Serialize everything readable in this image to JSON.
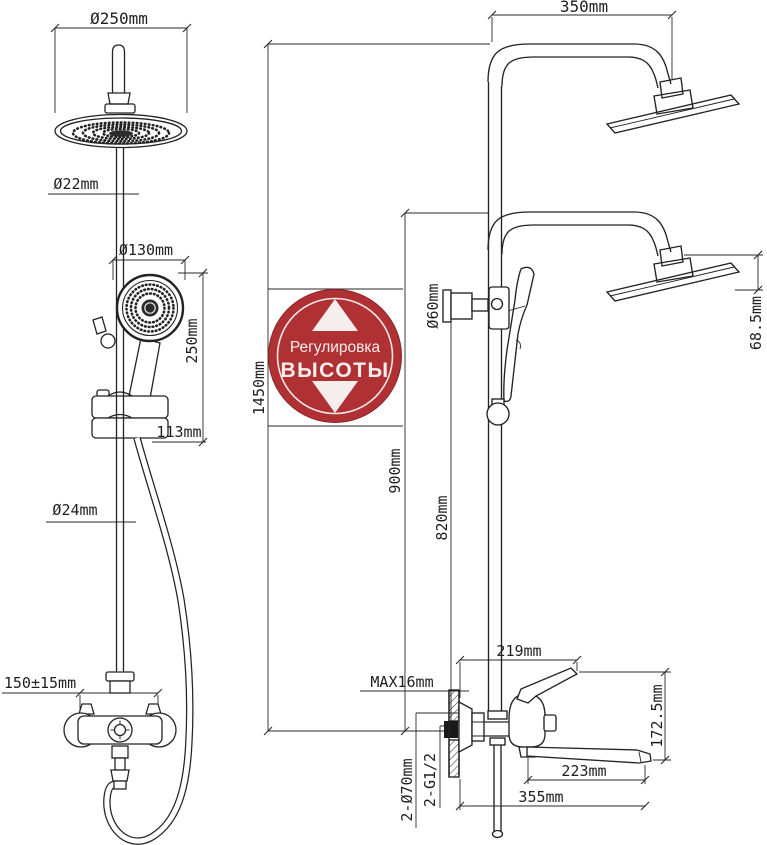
{
  "drawing": {
    "language": "ru",
    "badge": {
      "line1": "Регулировка",
      "line2": "ВЫСОТЫ"
    },
    "front_view": {
      "rain_head_diameter": "Ø250mm",
      "upper_pipe_diameter": "Ø22mm",
      "hand_shower_diameter": "Ø130mm",
      "hand_shower_height": "250mm",
      "bracket_width": "113mm",
      "lower_pipe_diameter": "Ø24mm",
      "mount_spacing": "150±15mm"
    },
    "side_view": {
      "arm_reach": "350mm",
      "overall_height": "1450mm",
      "column_height": "900mm",
      "bracket_height": "820mm",
      "wall_bracket_diameter": "Ø60mm",
      "head_drop": "68.5mm",
      "handle_depth": "219mm",
      "max_wall": "MAX16mm",
      "spout_drop": "172.5mm",
      "spout_length": "223mm",
      "overall_depth": "355mm",
      "escutcheon": "2-Ø70mm",
      "thread": "2-G1/2"
    },
    "colors": {
      "line": "#252525",
      "badge_red": "#b03133",
      "badge_ring": "#f2e8e8",
      "badge_text": "#f6eded",
      "background": "#ffffff"
    }
  }
}
